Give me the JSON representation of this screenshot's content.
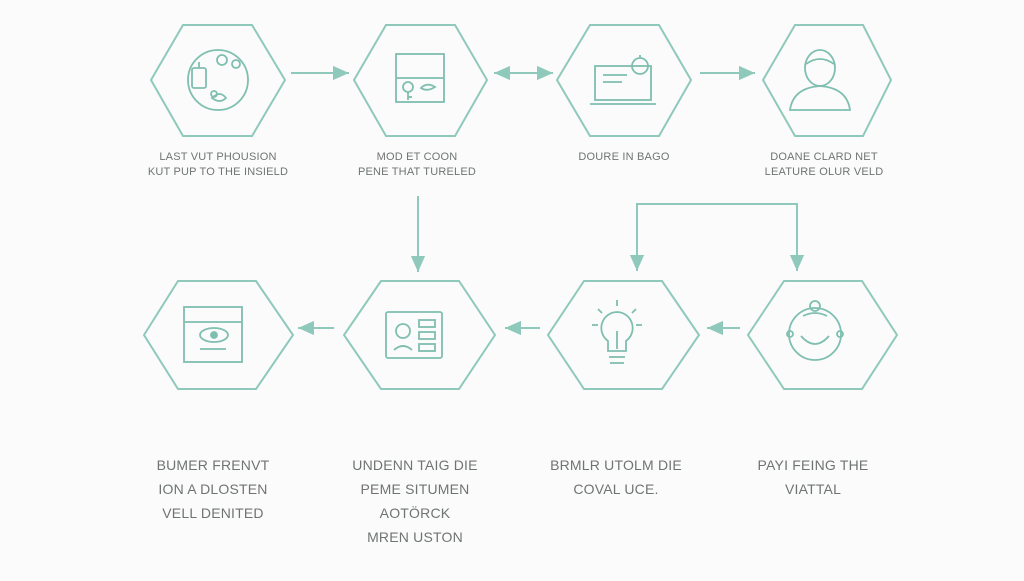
{
  "colors": {
    "stroke": "#8fc9bb",
    "icon": "#7fbfb0",
    "text": "#6f7472",
    "background": "#fbfbfb"
  },
  "nodes": [
    {
      "id": "n1",
      "icon": "gears-icon",
      "lines": [
        "LAST VUT PHOUSION",
        "KUT PUP TO THE INSIELD"
      ]
    },
    {
      "id": "n2",
      "icon": "document-key-icon",
      "lines": [
        "MOD ET COON",
        "PENE THAT TURELED"
      ]
    },
    {
      "id": "n3",
      "icon": "laptop-icon",
      "lines": [
        "DOURE IN BAGO"
      ]
    },
    {
      "id": "n4",
      "icon": "person-icon",
      "lines": [
        "DOANE CLARD NET",
        "LEATURE OLUR VELD"
      ]
    },
    {
      "id": "n5",
      "icon": "box-icon",
      "lines": [
        "BUMER FRENVT",
        "ION A DLOSTEN",
        "VELL DENITED"
      ]
    },
    {
      "id": "n6",
      "icon": "profile-card-icon",
      "lines": [
        "UNDENN TAIG DIE",
        "PEME SITUMEN",
        "AOTÖRCK",
        "MREN USTON"
      ]
    },
    {
      "id": "n7",
      "icon": "lightbulb-icon",
      "lines": [
        "BRMLR UTOLM DIE",
        "COVAL UCE."
      ]
    },
    {
      "id": "n8",
      "icon": "smiley-face-icon",
      "lines": [
        "PAYI FEING THE",
        "VIATTAL"
      ]
    }
  ]
}
